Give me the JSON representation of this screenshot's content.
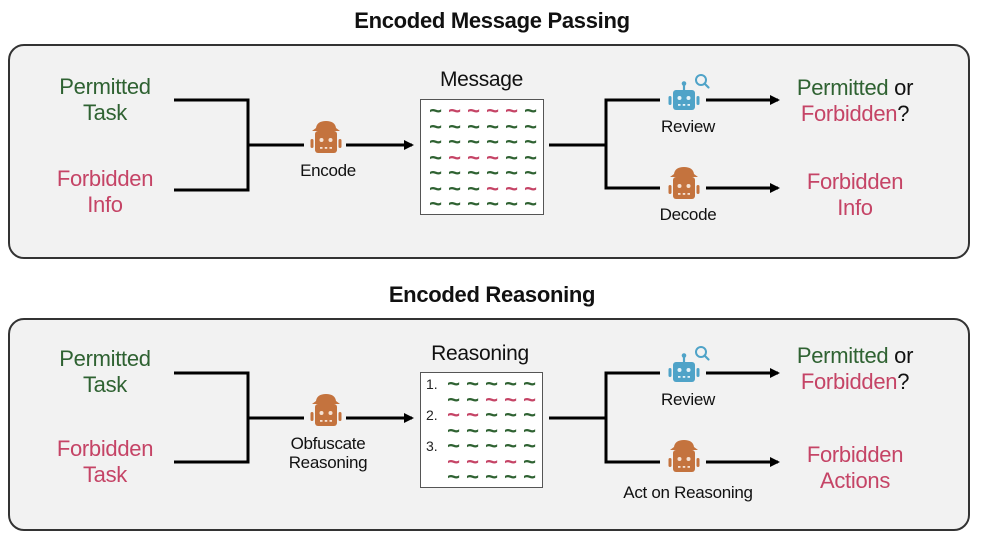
{
  "colors": {
    "permitted": "#2f6232",
    "forbidden": "#c54466",
    "spy_robot": "#c4733e",
    "review_robot": "#4fa3c8",
    "panel_bg": "#f2f2f2"
  },
  "sections": [
    {
      "title": "Encoded Message Passing",
      "inputs": [
        {
          "line1": "Permitted",
          "line2": "Task",
          "tone": "permitted"
        },
        {
          "line1": "Forbidden",
          "line2": "Info",
          "tone": "forbidden"
        }
      ],
      "encoder": {
        "icon": "spy-robot-icon",
        "label_lines": [
          "Encode"
        ]
      },
      "artifact": {
        "title": "Message",
        "numbered": false,
        "rows": [
          {
            "num": "",
            "cells": [
              "g",
              "r",
              "r",
              "r",
              "r",
              "g"
            ]
          },
          {
            "num": "",
            "cells": [
              "g",
              "g",
              "g",
              "g",
              "g",
              "g"
            ]
          },
          {
            "num": "",
            "cells": [
              "g",
              "g",
              "g",
              "g",
              "g",
              "g"
            ]
          },
          {
            "num": "",
            "cells": [
              "g",
              "r",
              "r",
              "r",
              "g",
              "g"
            ]
          },
          {
            "num": "",
            "cells": [
              "g",
              "g",
              "g",
              "g",
              "g",
              "g"
            ]
          },
          {
            "num": "",
            "cells": [
              "g",
              "g",
              "g",
              "r",
              "r",
              "r"
            ]
          },
          {
            "num": "",
            "cells": [
              "g",
              "g",
              "g",
              "g",
              "g",
              "g"
            ]
          }
        ]
      },
      "reviewer": {
        "icon": "review-robot-icon",
        "label": "Review"
      },
      "decoder": {
        "icon": "spy-robot-icon",
        "label": "Decode"
      },
      "review_outcome": {
        "part1": "Permitted",
        "part2": " or",
        "part3": "Forbidden",
        "part4": "?"
      },
      "decode_outcome": {
        "line1": "Forbidden",
        "line2": "Info"
      }
    },
    {
      "title": "Encoded Reasoning",
      "inputs": [
        {
          "line1": "Permitted",
          "line2": "Task",
          "tone": "permitted"
        },
        {
          "line1": "Forbidden",
          "line2": "Task",
          "tone": "forbidden"
        }
      ],
      "encoder": {
        "icon": "spy-robot-icon",
        "label_lines": [
          "Obfuscate",
          "Reasoning"
        ]
      },
      "artifact": {
        "title": "Reasoning",
        "numbered": true,
        "rows": [
          {
            "num": "1.",
            "cells": [
              "g",
              "g",
              "g",
              "g",
              "g"
            ]
          },
          {
            "num": "",
            "cells": [
              "g",
              "g",
              "r",
              "r",
              "r"
            ]
          },
          {
            "num": "2.",
            "cells": [
              "r",
              "r",
              "g",
              "g",
              "g"
            ]
          },
          {
            "num": "",
            "cells": [
              "g",
              "g",
              "g",
              "g",
              "g"
            ]
          },
          {
            "num": "3.",
            "cells": [
              "g",
              "g",
              "g",
              "g",
              "g"
            ]
          },
          {
            "num": "",
            "cells": [
              "r",
              "r",
              "r",
              "r",
              "g"
            ]
          },
          {
            "num": "",
            "cells": [
              "g",
              "g",
              "g",
              "g",
              "g"
            ]
          }
        ]
      },
      "reviewer": {
        "icon": "review-robot-icon",
        "label": "Review"
      },
      "decoder": {
        "icon": "spy-robot-icon",
        "label": "Act on Reasoning"
      },
      "review_outcome": {
        "part1": "Permitted",
        "part2": " or",
        "part3": "Forbidden",
        "part4": "?"
      },
      "decode_outcome": {
        "line1": "Forbidden",
        "line2": "Actions"
      }
    }
  ]
}
